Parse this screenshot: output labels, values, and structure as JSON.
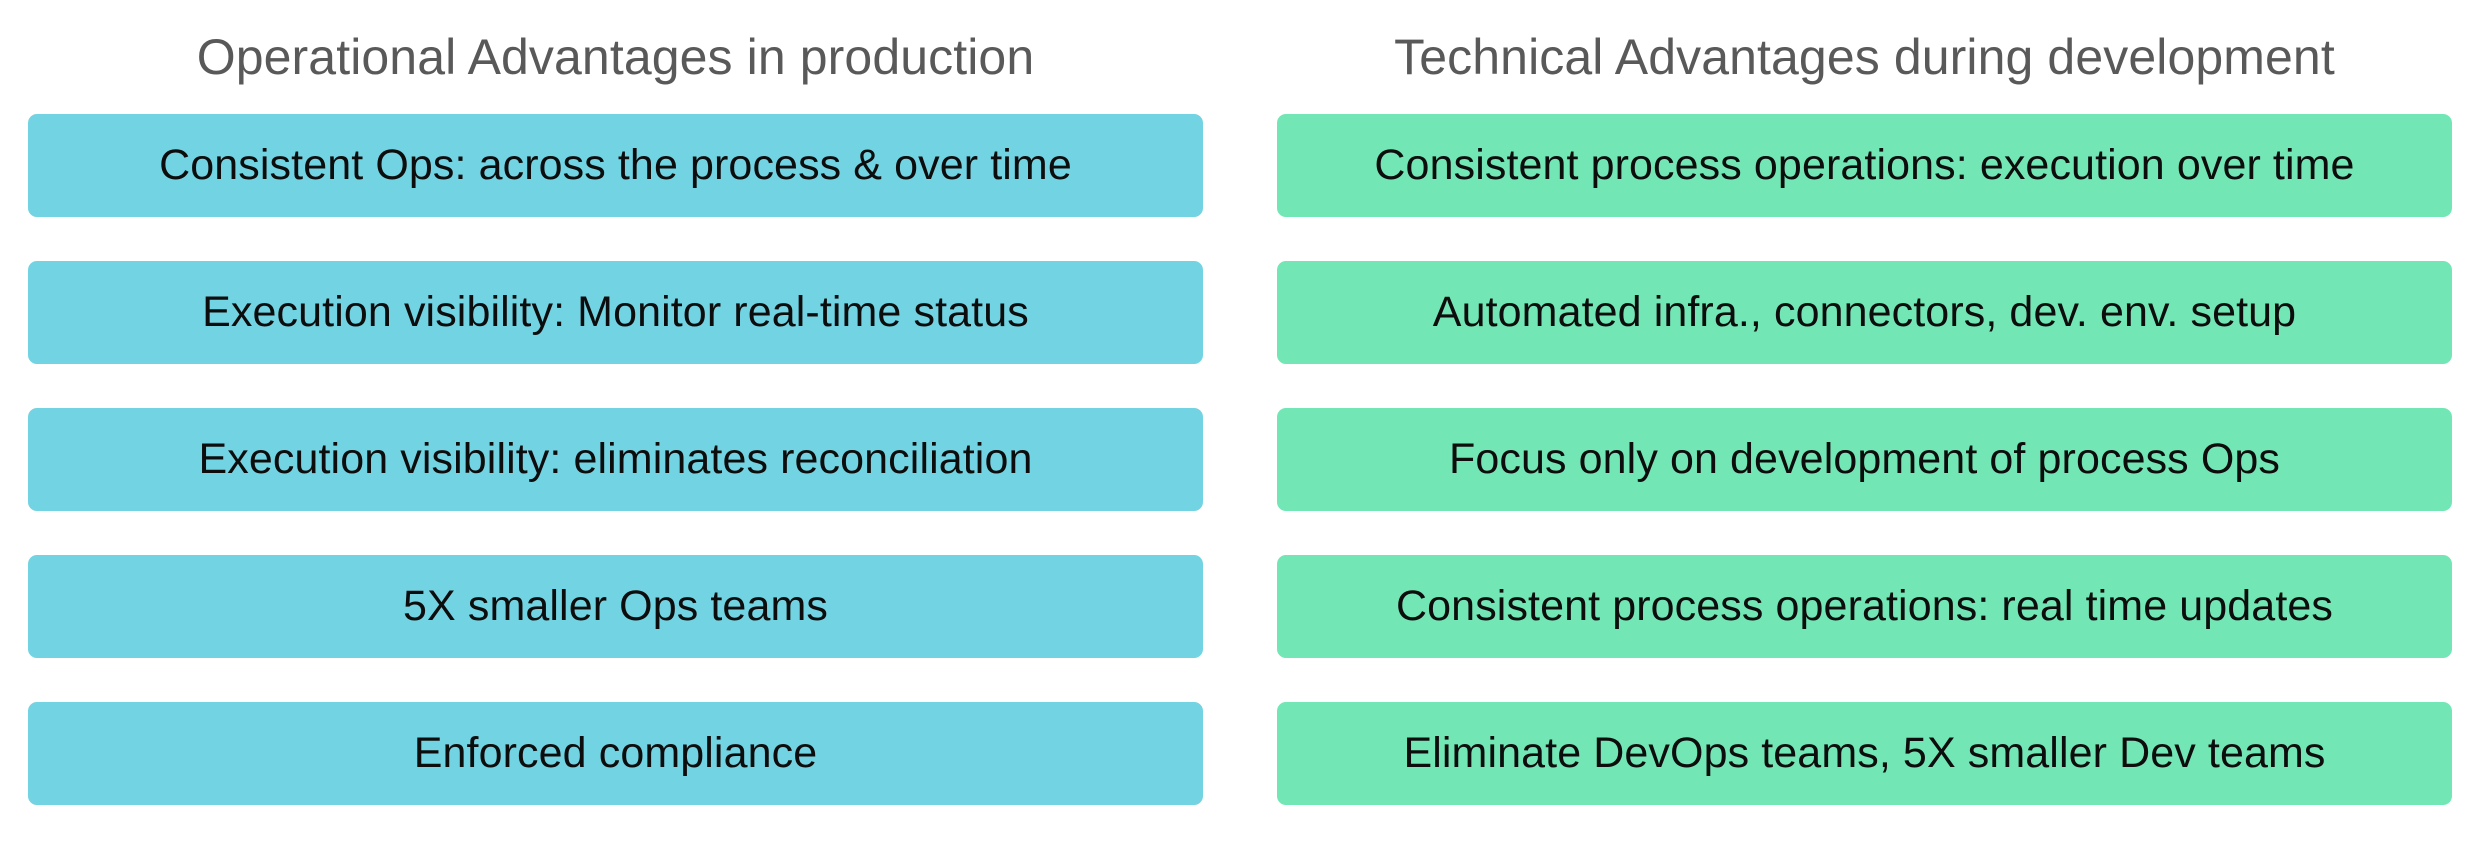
{
  "columns": [
    {
      "key": "operational",
      "title": "Operational Advantages in production",
      "accent_color": "#72D3E2",
      "items": [
        {
          "label": "Consistent Ops: across the process & over time"
        },
        {
          "label": "Execution visibility: Monitor real-time status"
        },
        {
          "label": "Execution visibility: eliminates reconciliation"
        },
        {
          "label": "5X smaller Ops teams"
        },
        {
          "label": "Enforced compliance"
        }
      ]
    },
    {
      "key": "technical",
      "title": "Technical Advantages during development",
      "accent_color": "#72E6B4",
      "items": [
        {
          "label": "Consistent process operations: execution over time"
        },
        {
          "label": "Automated infra., connectors, dev. env. setup"
        },
        {
          "label": "Focus only on development of process Ops"
        },
        {
          "label": "Consistent process operations: real time updates"
        },
        {
          "label": "Eliminate DevOps teams, 5X smaller Dev teams"
        }
      ]
    }
  ],
  "palette": {
    "background": "#FFFFFF",
    "title_text": "#595959",
    "card_text": "#0D0D0D",
    "operational_card": "#72D3E2",
    "technical_card": "#72E6B4"
  }
}
